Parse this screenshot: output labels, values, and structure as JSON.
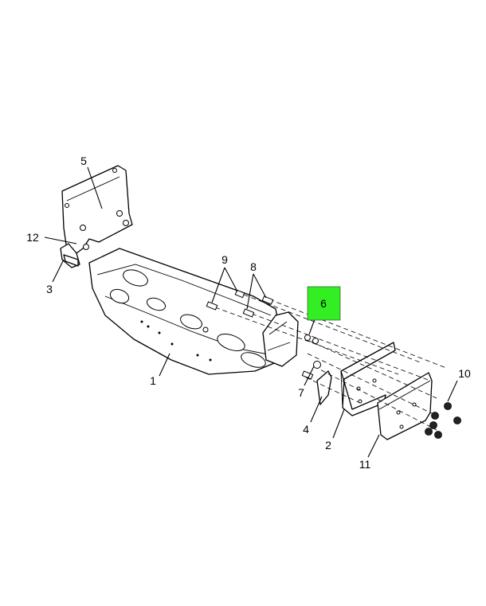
{
  "highlight": {
    "label": "6",
    "fill": "#33ee22",
    "text_color": "#777777"
  },
  "callouts": [
    {
      "id": "1",
      "label": "1"
    },
    {
      "id": "2",
      "label": "2"
    },
    {
      "id": "3",
      "label": "3"
    },
    {
      "id": "4",
      "label": "4"
    },
    {
      "id": "5",
      "label": "5"
    },
    {
      "id": "7",
      "label": "7"
    },
    {
      "id": "8",
      "label": "8"
    },
    {
      "id": "9",
      "label": "9"
    },
    {
      "id": "10",
      "label": "10"
    },
    {
      "id": "11",
      "label": "11"
    },
    {
      "id": "12",
      "label": "12"
    }
  ]
}
